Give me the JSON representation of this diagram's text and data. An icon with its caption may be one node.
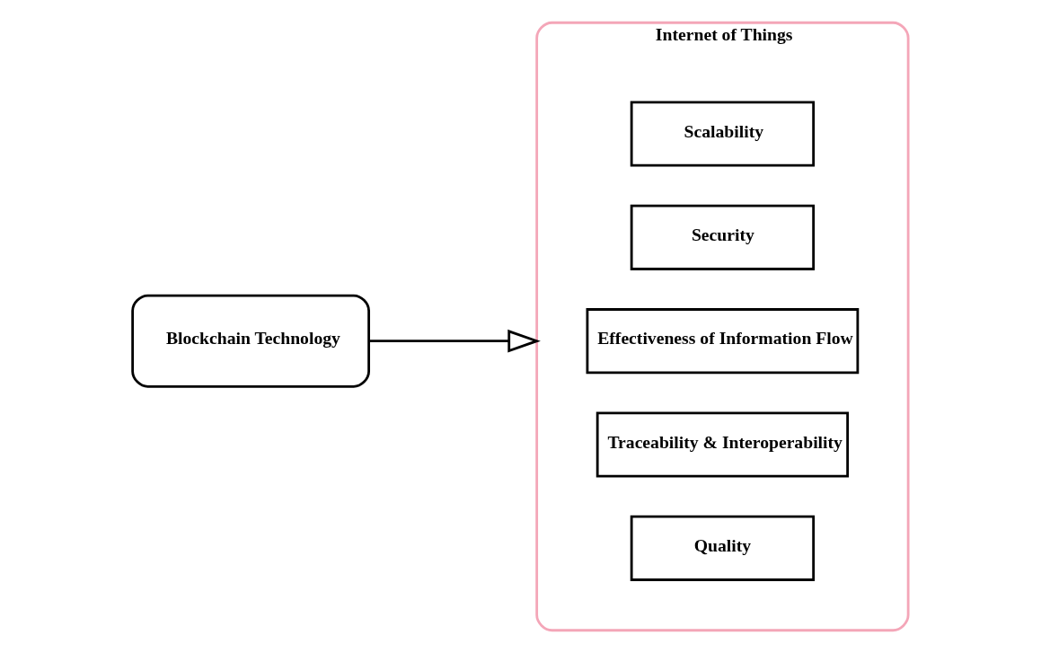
{
  "diagram": {
    "nodes": [
      {
        "text": [
          "Blockchain Technology"
        ]
      },
      {
        "text": [
          "Internet of Things"
        ]
      },
      {
        "text": [
          "Scalability"
        ],
        "in": 1
      },
      {
        "text": [
          "Security"
        ],
        "in": 1
      },
      {
        "text": [
          "Effectiveness of Information Flow"
        ],
        "in": 1
      },
      {
        "text": [
          "Traceability & Interoperability"
        ],
        "in": 1
      },
      {
        "text": [
          "Quality"
        ],
        "in": 1
      }
    ],
    "edges": [
      {
        "from": 0,
        "to": 1,
        "arrow": "to"
      }
    ]
  }
}
